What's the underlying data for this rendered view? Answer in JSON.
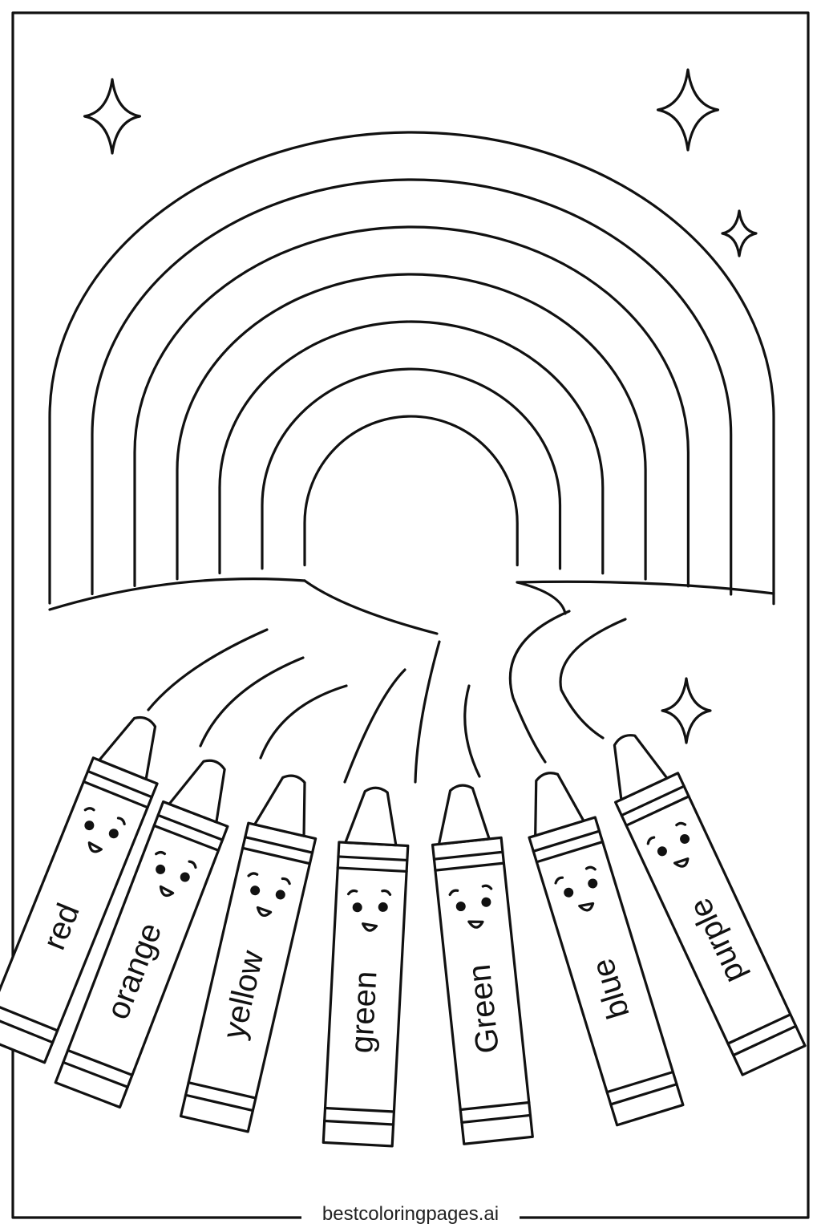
{
  "crayons": [
    {
      "label": "red",
      "color": "#e53935"
    },
    {
      "label": "orange",
      "color": "#fb8c00"
    },
    {
      "label": "yellow",
      "color": "#fdd835"
    },
    {
      "label": "green",
      "color": "#43a047"
    },
    {
      "label": "Green",
      "color": "#2e7d32"
    },
    {
      "label": "blue",
      "color": "#1e88e5"
    },
    {
      "label": "purple",
      "color": "#8e24aa"
    }
  ],
  "footer": {
    "text": "bestcoloringpages.ai"
  }
}
